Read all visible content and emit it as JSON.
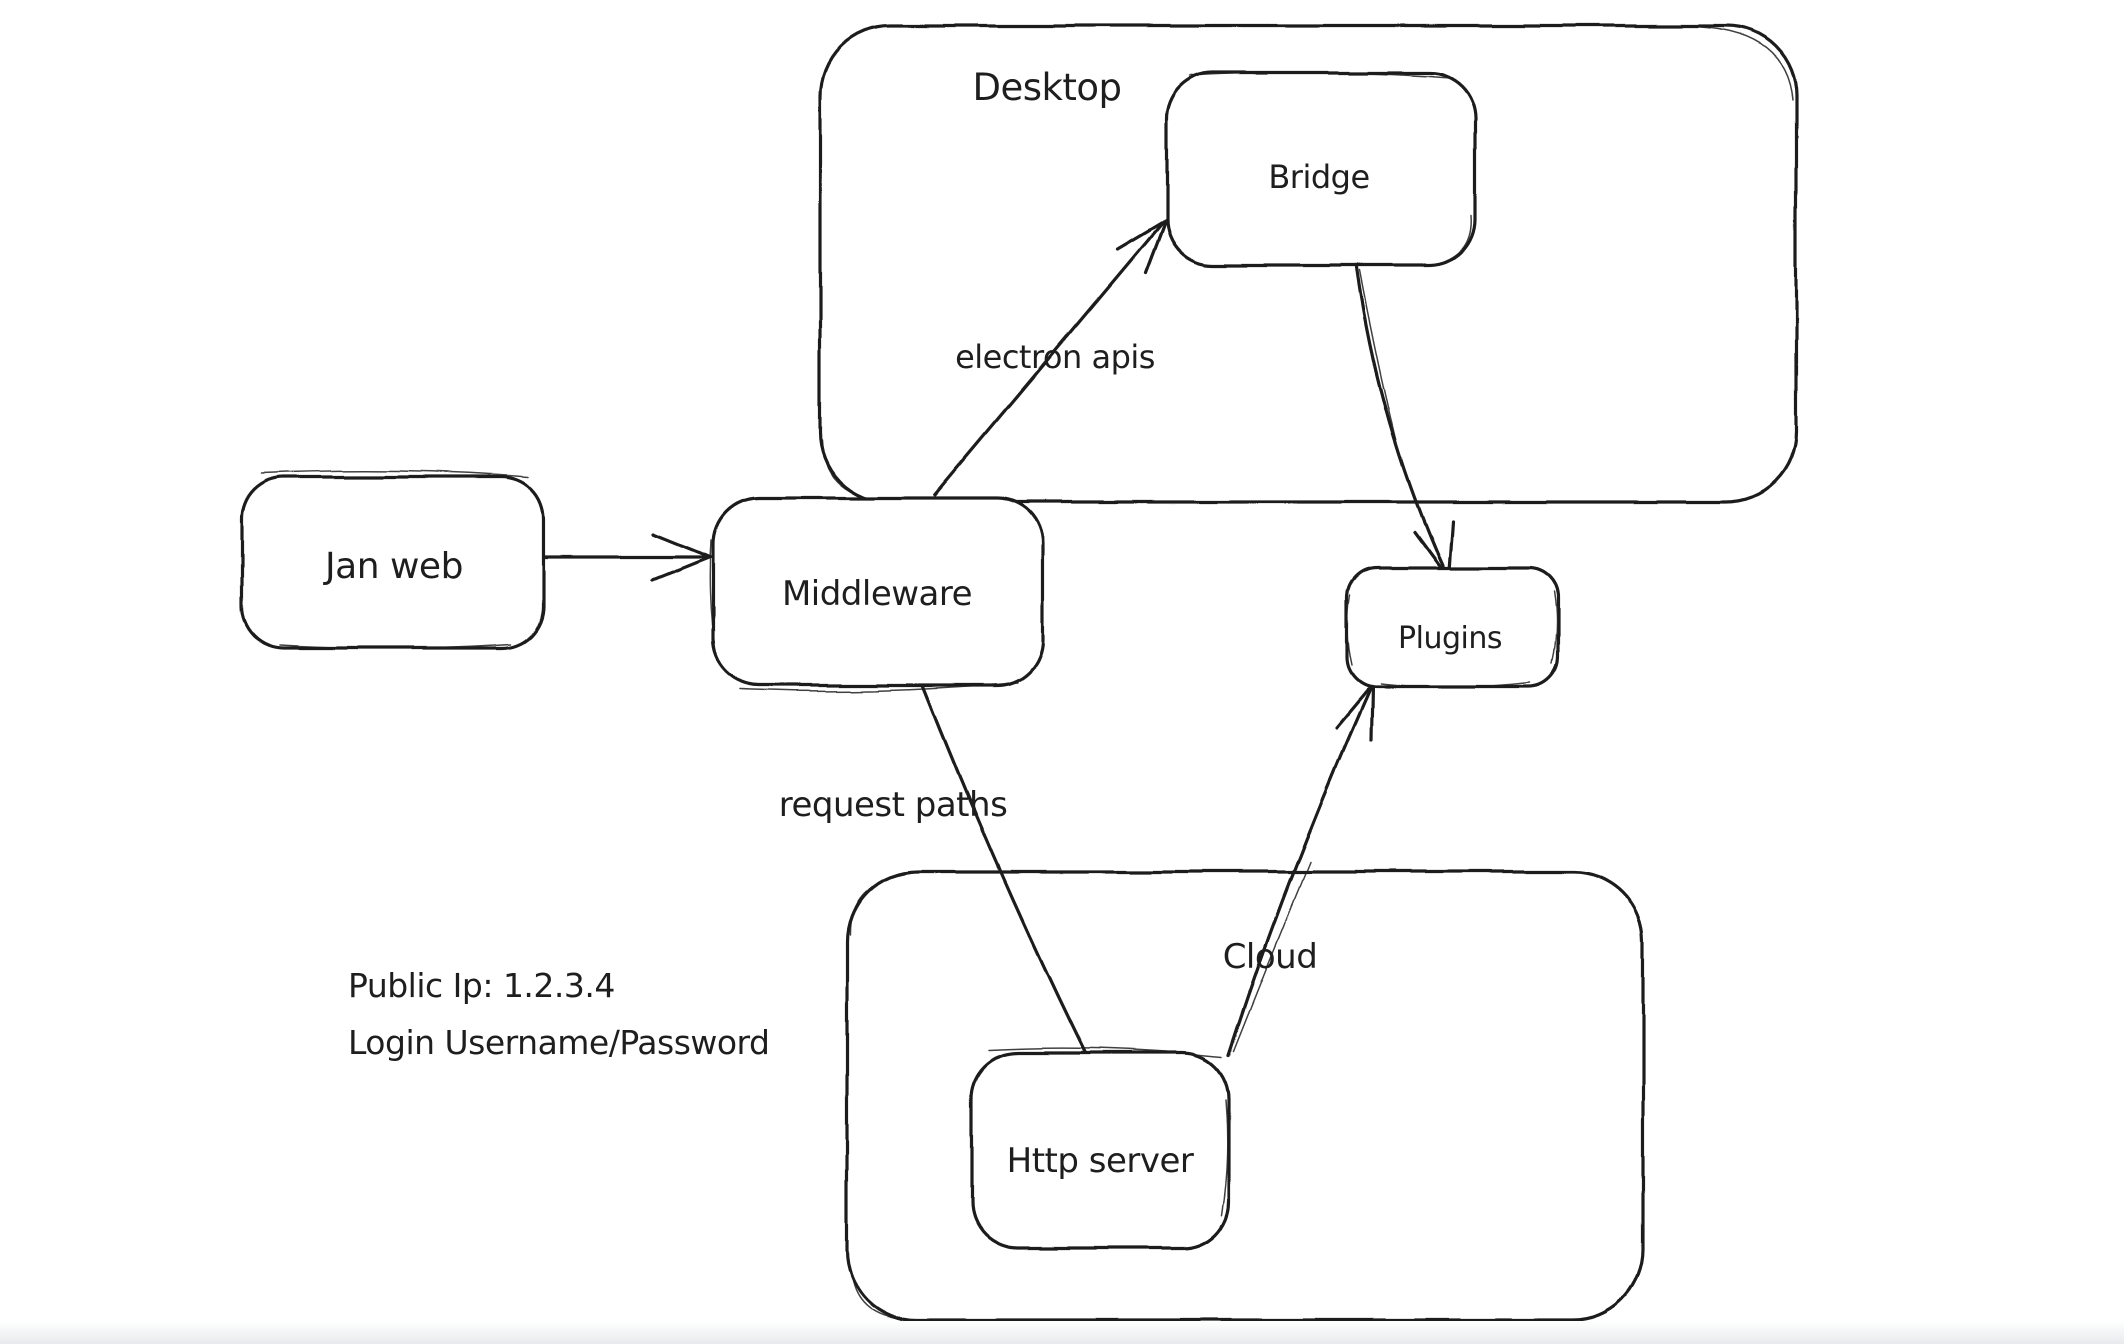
{
  "app": {
    "type": "whiteboard-diagram",
    "background": "#ffffff",
    "ink_color": "#1e1e1e"
  },
  "diagram": {
    "containers": [
      {
        "id": "desktop",
        "label": "Desktop"
      },
      {
        "id": "cloud",
        "label": "Cloud"
      }
    ],
    "nodes": [
      {
        "id": "jan-web",
        "label": "Jan web"
      },
      {
        "id": "middleware",
        "label": "Middleware"
      },
      {
        "id": "bridge",
        "label": "Bridge"
      },
      {
        "id": "plugins",
        "label": "Plugins"
      },
      {
        "id": "http-server",
        "label": "Http server"
      }
    ],
    "edges": [
      {
        "from": "Jan web",
        "to": "Middleware",
        "label": "",
        "arrowhead": "end"
      },
      {
        "from": "Middleware",
        "to": "Bridge",
        "label": "electron apis",
        "arrowhead": "end"
      },
      {
        "from": "Bridge",
        "to": "Plugins",
        "label": "",
        "arrowhead": "end"
      },
      {
        "from": "Middleware",
        "to": "Http server",
        "label": "request paths",
        "arrowhead": "none"
      },
      {
        "from": "Http server",
        "to": "Plugins",
        "label": "",
        "arrowhead": "end"
      }
    ],
    "annotations": [
      {
        "text": "Public Ip: 1.2.3.4"
      },
      {
        "text": "Login Username/Password"
      }
    ]
  }
}
